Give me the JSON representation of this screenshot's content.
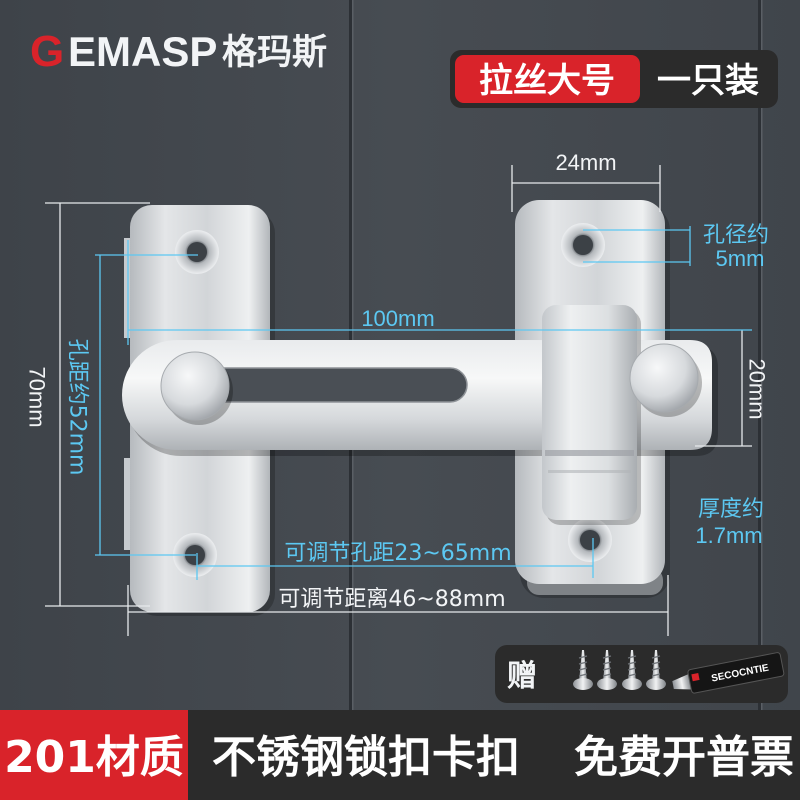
{
  "logo": {
    "mark": "G",
    "latin": "EMASP",
    "chinese": "格玛斯"
  },
  "badge": {
    "variant": "拉丝大号",
    "quantity": "一只装"
  },
  "dimensions": {
    "plate_width": "24mm",
    "hole_diameter_label": "孔径约",
    "hole_diameter": "5mm",
    "total_length": "100mm",
    "bar_width": "20mm",
    "plate_height": "70mm",
    "hole_spacing": "孔距约52mm",
    "adjustable_hole_spacing": "可调节孔距23~65mm",
    "adjustable_distance": "可调节距离46~88mm",
    "thickness_label": "厚度约",
    "thickness": "1.7mm"
  },
  "gift": {
    "label": "赠",
    "glue_brand": "SECOCNTIE"
  },
  "footer": {
    "material": "201材质",
    "product": "不锈钢锁扣卡扣",
    "invoice": "免费开普票"
  },
  "colors": {
    "brand_red": "#d9232a",
    "annotation_blue": "#5cc8f2",
    "door_gray": "#43484e",
    "footer_dark": "#2b2b2b"
  }
}
